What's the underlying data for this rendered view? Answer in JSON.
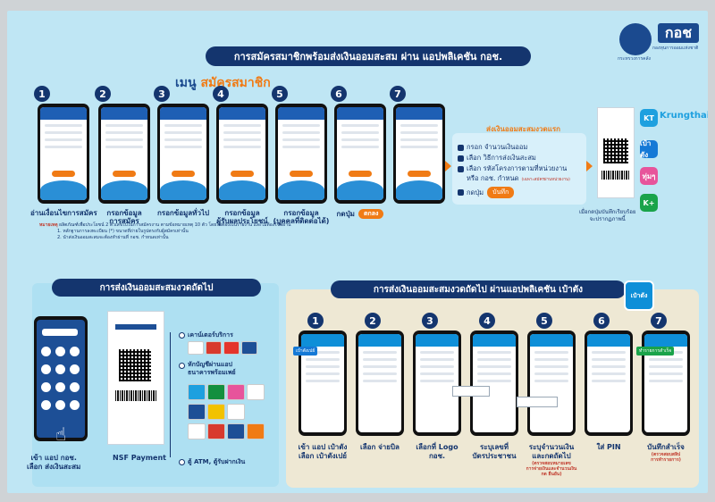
{
  "header": {
    "title": "การสมัครสมาชิกพร้อมส่งเงินออมสะสม ผ่าน แอปพลิเคชัน กอช.",
    "logo_text": "กอช",
    "logo_subtitle": "กองทุนการออมแห่งชาติ",
    "seal_caption": "กระทรวงการคลัง"
  },
  "menu": {
    "prefix": "เมนู",
    "highlight": "สมัครสมาชิก"
  },
  "steps": [
    {
      "n": "1",
      "caption": "อ่านเงื่อนไขการสมัคร"
    },
    {
      "n": "2",
      "caption": "กรอกข้อมูล\nการสมัคร"
    },
    {
      "n": "3",
      "caption": "กรอกข้อมูลทั่วไป"
    },
    {
      "n": "4",
      "caption": "กรอกข้อมูล\nผู้รับผลประโยชน์"
    },
    {
      "n": "5",
      "caption": "กรอกข้อมูล\n(บุคคลที่ติดต่อได้)"
    },
    {
      "n": "6",
      "caption": "กดปุ่ม",
      "button": "ตกลง"
    },
    {
      "n": "7",
      "caption": ""
    }
  ],
  "first_deposit": {
    "title": "ส่งเงินออมสะสมงวดแรก",
    "items": [
      {
        "text": "กรอก จำนวนเงินออม"
      },
      {
        "text": "เลือก วิธีการส่งเงินสะสม"
      },
      {
        "text": "เลือก รหัสโครงการตามที่หน่วยงาน"
      },
      {
        "text": "หรือ กอช. กำหนด",
        "note": "(เฉพาะสมัครผ่านหน่วยงาน)"
      },
      {
        "text": "กดปุ่ม",
        "button": "บันทึก"
      }
    ],
    "slip_caption": "เมื่อกดปุ่มบันทึกเรียบร้อย\nจะปรากฏภาพนี้"
  },
  "apps": [
    "Krungthai NEXT",
    "เป๋าตัง",
    "ทุ่มๆ",
    "K+"
  ],
  "notes": {
    "label": "หมายเหตุ",
    "line0": "ผลิตภัณฑ์เพื่อประโยชน์ 2 ตัวเลขไปในการสมัครงาน ตามข้อหมายเหตุ 10 ตัว โดยไม่ต้องเป็นรายงาน และไม่ต้องใช้พยาน",
    "line1": "1. หลักฐานการลงทะเบียน (*) ขนาดที่ถ่ายในรูปตรงกับผู้สมัครเท่านั้น",
    "line2": "2. นำส่งเงินออมสะสมจะต้องทำผ่านที่ กอช. กำหนดเท่านั้น"
  },
  "next_deposit": {
    "title": "การส่งเงินออมสะสมงวดถัดไป",
    "phone_caption": "เข้า แอป กอช.\nเลือก ส่งเงินสะสม",
    "slip_caption": "NSF Payment",
    "channels": [
      "เคาน์เตอร์บริการ",
      "หักบัญชีผ่านแอป\nธนาคารพร้อมเพย์",
      "ตู้ ATM, ตู้รับฝากเงิน"
    ]
  },
  "paotang": {
    "title": "การส่งเงินออมสะสมงวดถัดไป ผ่านแอปพลิเคชัน เป๋าตัง",
    "badge": "เป๋าตัง",
    "steps": [
      {
        "n": "1",
        "caption": "เข้า แอป เป๋าตัง\nเลือก เป๋าตังเปย์",
        "tag": "เป๋าตังเปย์"
      },
      {
        "n": "2",
        "caption": "เลือก จ่ายบิล"
      },
      {
        "n": "3",
        "caption": "เลือกที่ Logo\nกอช."
      },
      {
        "n": "4",
        "caption": "ระบุเลขที่\nบัตรประชาชน"
      },
      {
        "n": "5",
        "caption": "ระบุจำนวนเงิน\nและกดถัดไป",
        "note": "(ตรวจสอบหมายเลข\nการจ่ายเงินและจำนวนเงิน\nกด ยืนยัน)"
      },
      {
        "n": "6",
        "caption": "ใส่ PIN"
      },
      {
        "n": "7",
        "caption": "บันทึกสำเร็จ",
        "note": "(ตรวจสอบสลิป\nการทำรายการ)",
        "tag": "ทำรายการสำเร็จ"
      }
    ]
  }
}
